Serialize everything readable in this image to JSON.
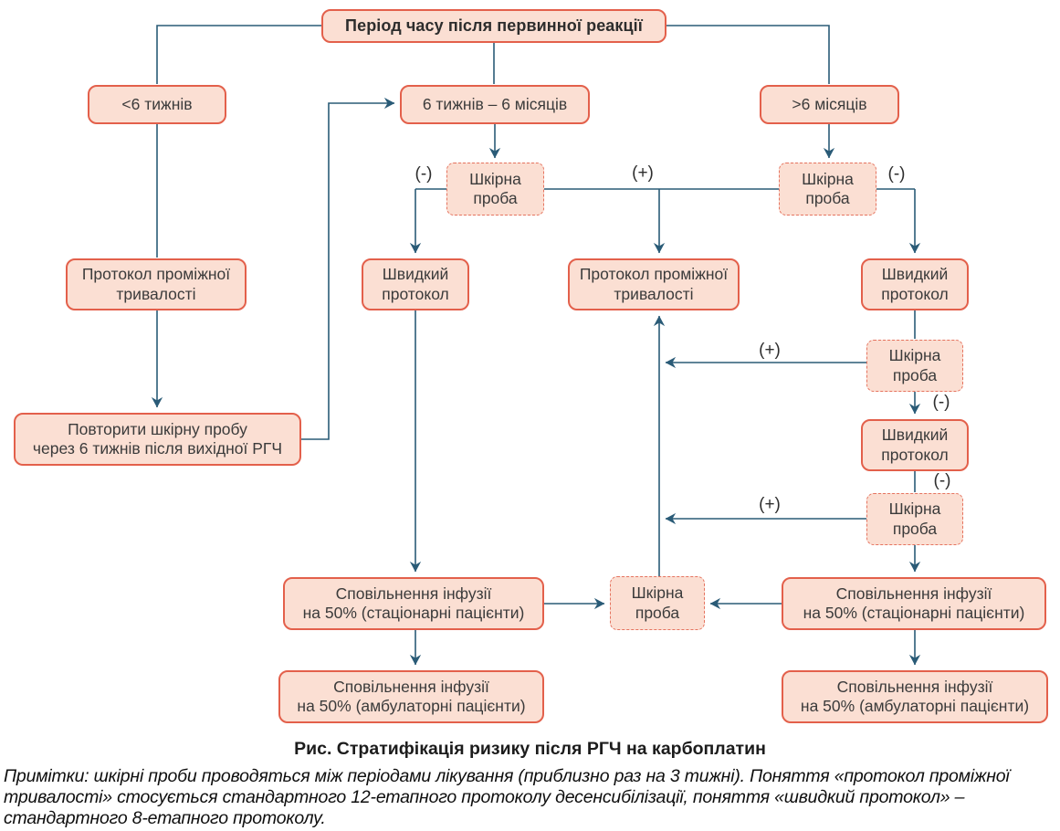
{
  "colors": {
    "box_fill": "#fbdfd3",
    "box_border": "#e3604b",
    "box_border_dashed": "#e5735f",
    "connector": "#2a5b77"
  },
  "nodes": {
    "period": [
      "Період часу після первинної реакції"
    ],
    "lt6w": [
      "<6 тижнів"
    ],
    "w6m6": [
      "6 тижнів – 6 місяців"
    ],
    "gt6m": [
      ">6 місяців"
    ],
    "skin_test": [
      "Шкірна",
      "проба"
    ],
    "protocol_intermediate": [
      "Протокол проміжної",
      "тривалості"
    ],
    "protocol_rapid": [
      "Швидкий",
      "протокол"
    ],
    "repeat_skin": [
      "Повторити шкірну пробу",
      "через 6 тижнів після вихідної РГЧ"
    ],
    "slow_inpatient": [
      "Сповільнення інфузії",
      "на 50% (стаціонарні пацієнти)"
    ],
    "slow_outpatient": [
      "Сповільнення інфузії",
      "на 50% (амбулаторні пацієнти)"
    ]
  },
  "edge_labels": {
    "plus": "(+)",
    "minus": "(-)"
  },
  "caption": "Рис. Стратифікація ризику після РГЧ на карбоплатин",
  "notes": "Примітки: шкірні проби проводяться між періодами лікування (приблизно раз на 3 тижні). Поняття «протокол проміжної тривалості» стосується стандартного 12-етапного протоколу десенсибілізації, поняття «швидкий протокол» – стандартного 8-етапного протоколу."
}
